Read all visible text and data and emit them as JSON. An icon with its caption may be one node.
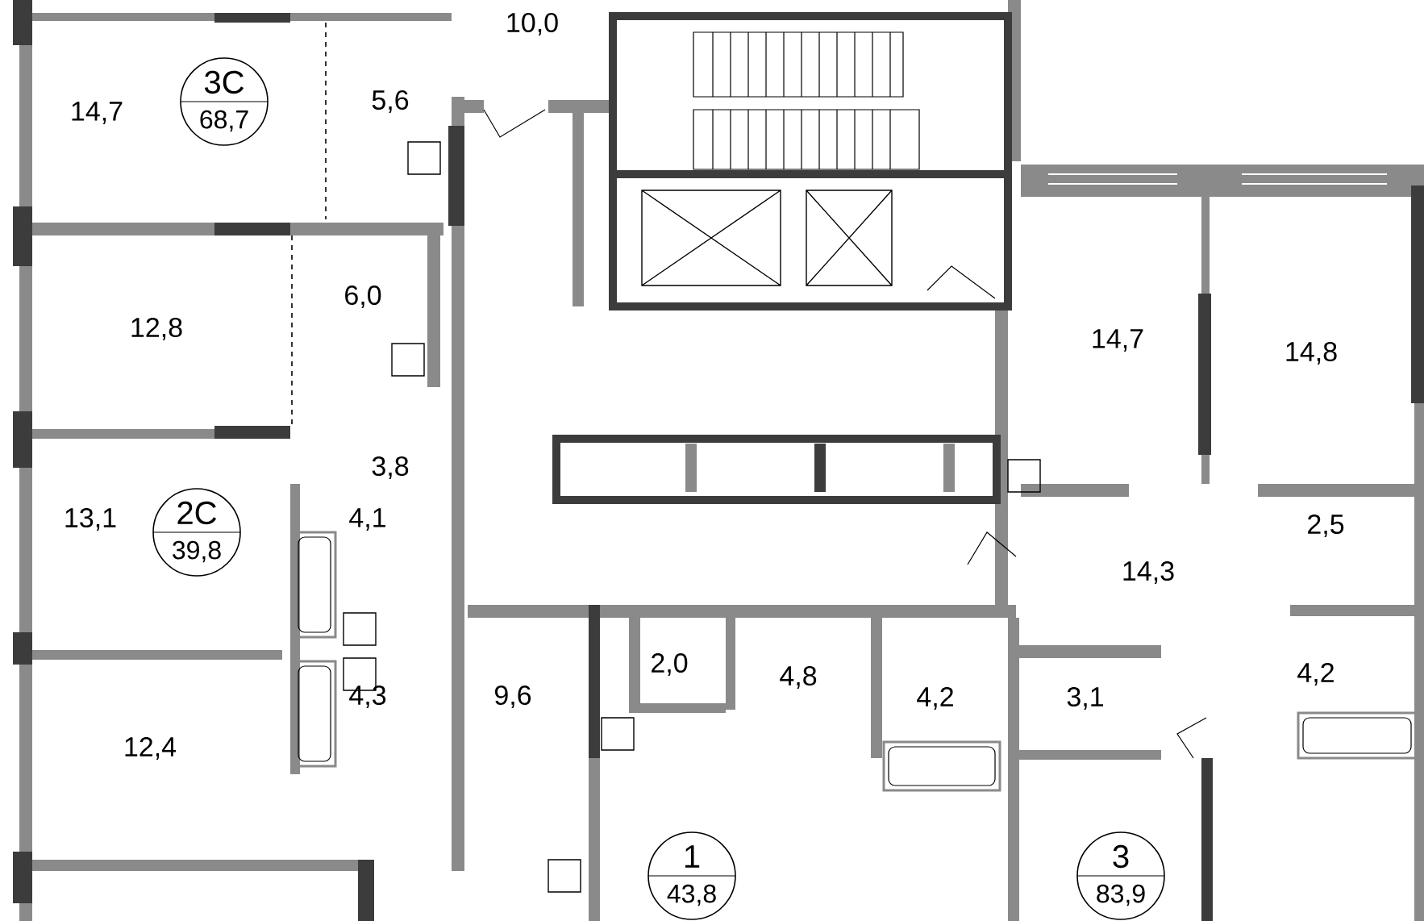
{
  "diagram": {
    "nodes": [
      {
        "text": [
          "3С",
          "68,7"
        ]
      },
      {
        "text": [
          "2С",
          "39,8"
        ]
      },
      {
        "text": [
          "1",
          "43,8"
        ]
      },
      {
        "text": [
          "3",
          "83,9"
        ]
      }
    ],
    "labels": [
      "10,0",
      "14,7",
      "5,6",
      "6,0",
      "12,8",
      "14,7",
      "14,8",
      "3,8",
      "13,1",
      "4,1",
      "2,5",
      "14,3",
      "2,0",
      "4,8",
      "9,6",
      "4,2",
      "3,1",
      "4,2",
      "4,3",
      "12,4"
    ]
  }
}
